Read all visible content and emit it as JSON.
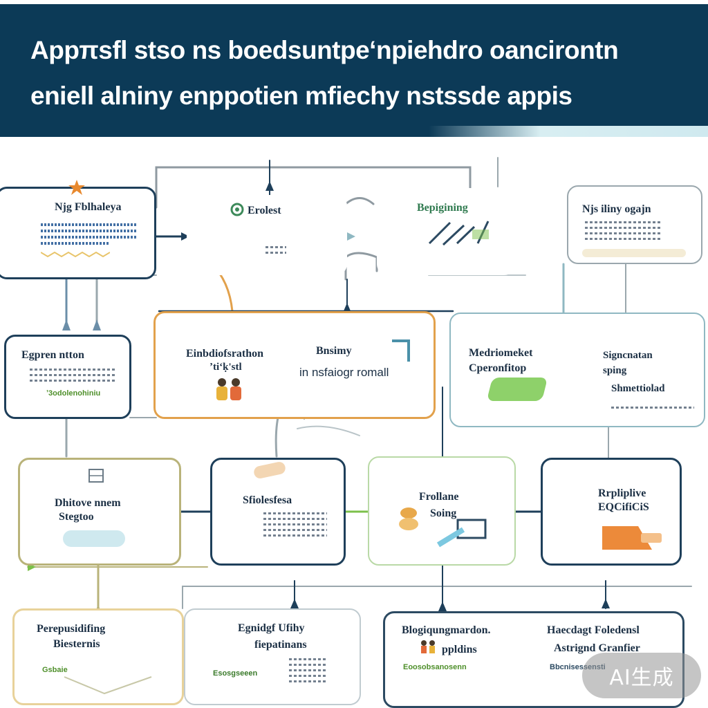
{
  "header": {
    "title_line1": "Appπsfl stso ns boedsuntpeʻnpiehdro oancirontn",
    "title_line2": "eniell alniny enppotien mfiechy nstssde appis"
  },
  "nodes": {
    "n1": {
      "title": "Njg Fblhaleya"
    },
    "n2": {
      "title": "Erolest"
    },
    "n3": {
      "title": "Bepigining"
    },
    "n4": {
      "title": "Njs iliny ogajn"
    },
    "n5": {
      "title": "Egpren ntton",
      "foot": "ʼ3odolenohiniu"
    },
    "n6": {
      "title": "Einbdiofsrathon",
      "sub": "ʼtiʻḳ'stl"
    },
    "n7": {
      "title": "Bnsimy",
      "sub": "in nsfaiogr romall"
    },
    "n8": {
      "title": "Medriomeket",
      "sub": "Cperonfitop"
    },
    "n9": {
      "title": "Signcnatan",
      "sub": "sping",
      "sub2": "Shmettiolad"
    },
    "n10": {
      "title": "Dhitove nnem",
      "sub": "Stegtoo"
    },
    "n11": {
      "title": "Sfiolesfesa"
    },
    "n12": {
      "title": "Frollane",
      "sub": "Soing"
    },
    "n13": {
      "title": "Rrpliplive",
      "sub": "EQCifiCiS"
    },
    "n14": {
      "title": "Perepusidifing",
      "sub": "Biesternis",
      "foot": "Gsbaie"
    },
    "n15": {
      "title": "Egnidgf Ufihy",
      "sub": "fiepatinans",
      "foot": "Esosgseeen"
    },
    "n16": {
      "title": "Blogiqungmardon.",
      "sub": "ppldins",
      "foot": "Eoosobsanosenn"
    },
    "n17": {
      "title": "Haecdagt Foledensl",
      "sub": "Astrignd Granfier",
      "foot": "Bbcnisessensti"
    }
  },
  "watermark": "AI生成",
  "colors": {
    "header_bg": "#0c3a57",
    "node_border": "#1e3f5a",
    "accent_orange": "#e2a14c",
    "accent_green": "#7cc04a",
    "accent_teal": "#8fb8c2"
  }
}
